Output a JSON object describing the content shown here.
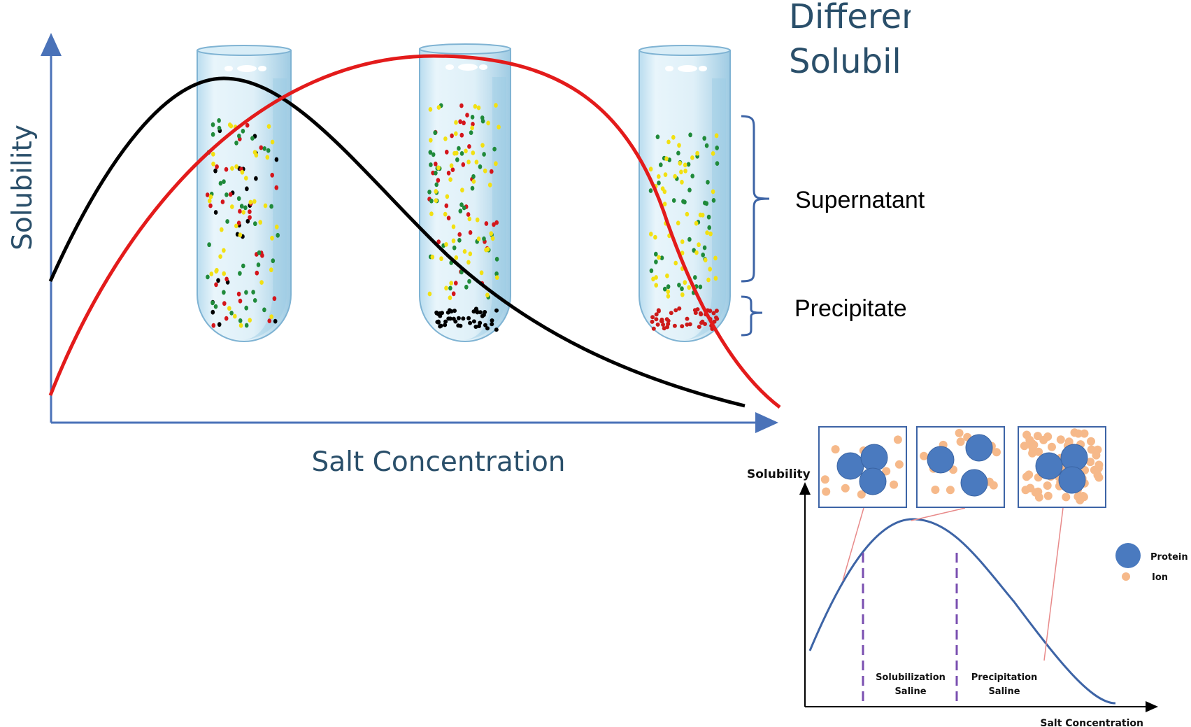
{
  "title_lines": [
    "Differen",
    "Solubil"
  ],
  "main_diagram": {
    "x_label": "Salt Concentration",
    "y_label": "Solubility",
    "colors": {
      "curve_black": "#000000",
      "curve_red": "#e31b1b",
      "axis": "#4a72b8"
    }
  },
  "brackets": {
    "supernatant": "Supernatant",
    "precipitate": "Precipitate"
  },
  "tubes": [
    {
      "dots": {
        "black": 22,
        "red": 30,
        "green": 40,
        "yellow": 40
      },
      "precipitate_color": null
    },
    {
      "dots": {
        "black": 0,
        "red": 35,
        "green": 45,
        "yellow": 55
      },
      "precipitate_color": "#000000"
    },
    {
      "dots": {
        "black": 0,
        "red": 0,
        "green": 45,
        "yellow": 55
      },
      "precipitate_color": "#cc1a1a"
    }
  ],
  "inset": {
    "y_label": "Solubility",
    "x_label": "Salt Concentration",
    "region_left": [
      "Solubilization",
      "Saline"
    ],
    "region_right": [
      "Precipitation",
      "Saline"
    ],
    "legend": [
      {
        "label": "Protein",
        "color": "#4a7abf"
      },
      {
        "label": "Ion",
        "color": "#f6b98a"
      }
    ],
    "curve_color": "#3d64a6",
    "dashed_color": "#7a4fb0"
  }
}
